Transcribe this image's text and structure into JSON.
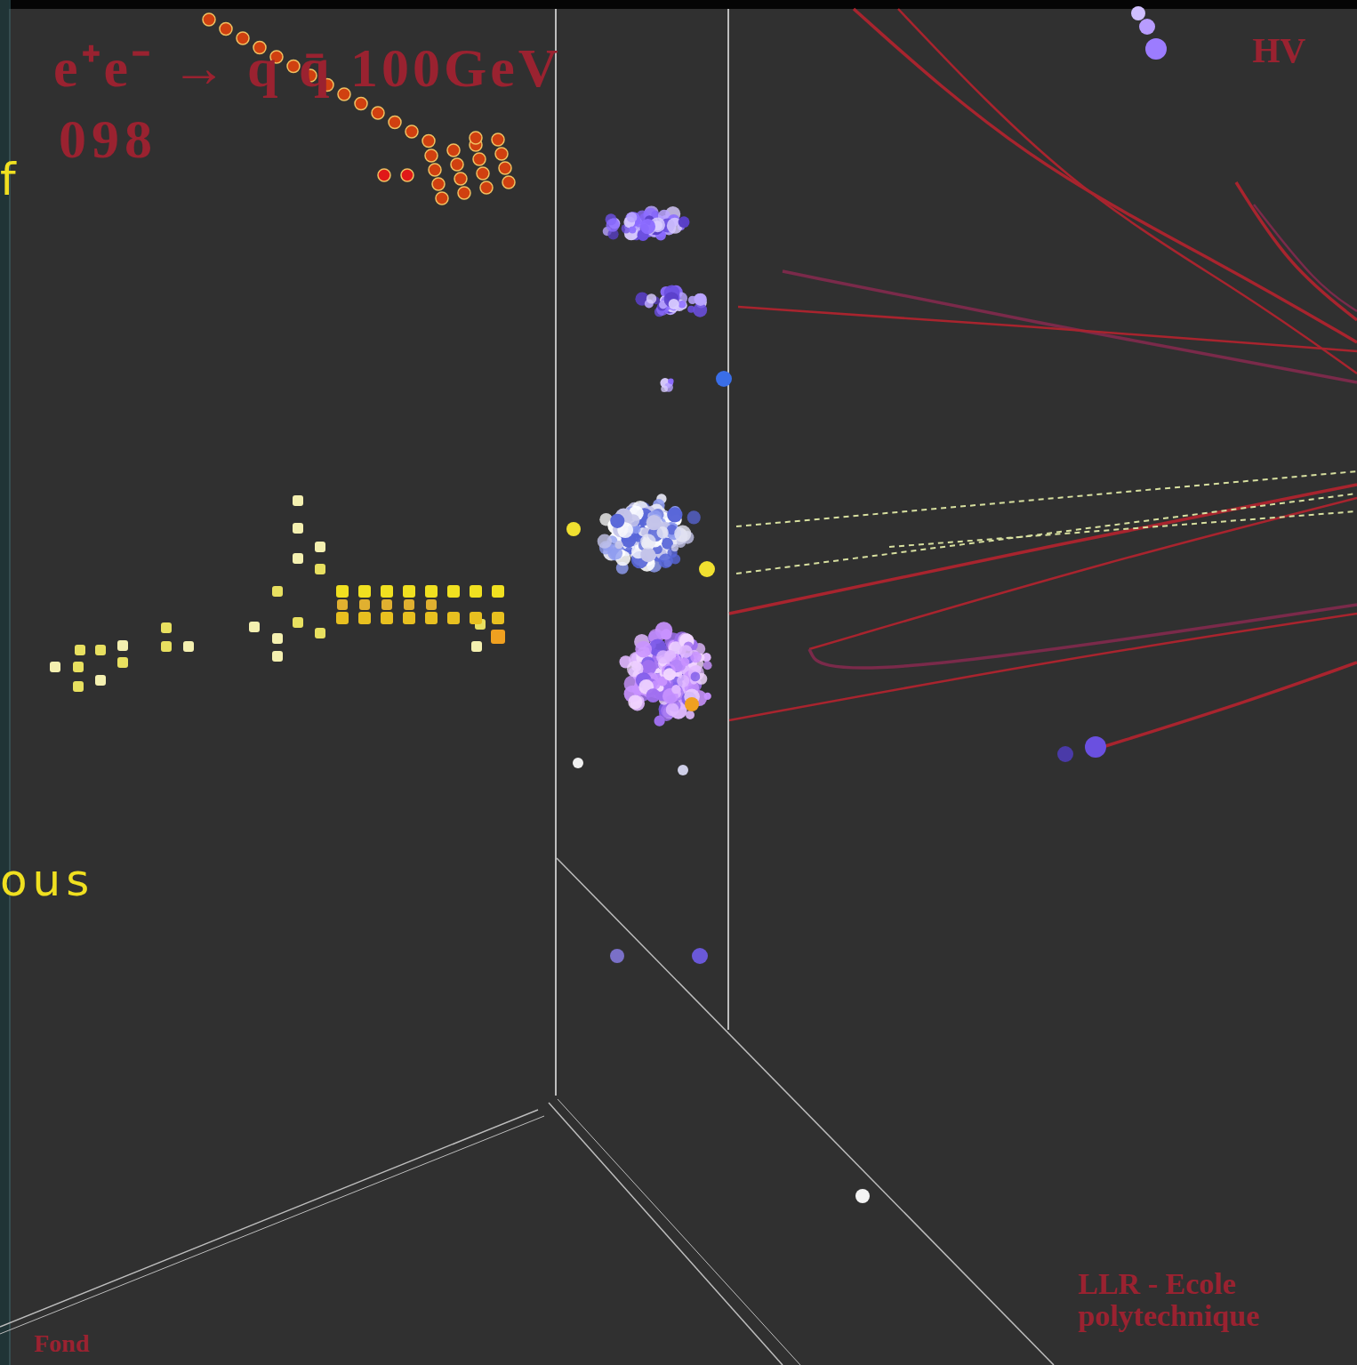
{
  "diagram": {
    "labels": [
      "e⁺e⁻ → q q̄ 100GeV",
      "098",
      "HV",
      "LLR - Ecole polytechnique",
      "Fond",
      "f",
      "ous"
    ]
  }
}
